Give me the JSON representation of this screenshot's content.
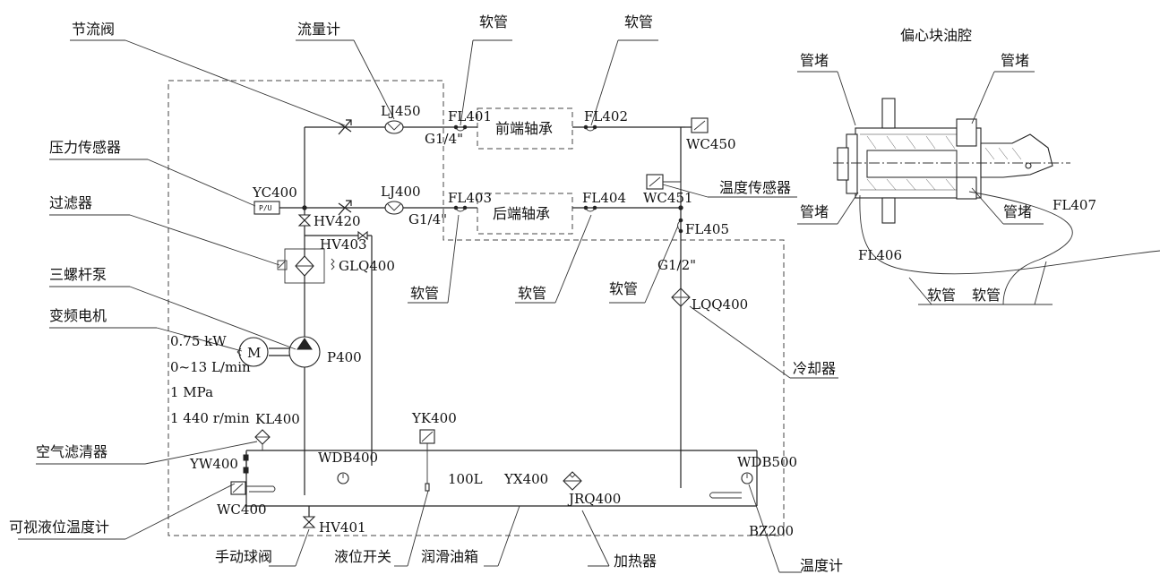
{
  "diagram": {
    "labels_cn": {
      "throttle_valve": "节流阀",
      "flow_meter": "流量计",
      "hose_1": "软管",
      "hose_2": "软管",
      "pressure_sensor": "压力传感器",
      "filter": "过滤器",
      "screw_pump": "三螺杆泵",
      "vf_motor": "变频电机",
      "air_filter": "空气滤清器",
      "sight_gauge": "可视液位温度计",
      "manual_valve": "手动球阀",
      "level_switch": "液位开关",
      "oil_tank": "润滑油箱",
      "heater": "加热器",
      "thermometer": "温度计",
      "cooler": "冷却器",
      "temp_sensor": "温度传感器",
      "hose_3": "软管",
      "hose_4": "软管",
      "hose_5": "软管",
      "front_bearing": "前端轴承",
      "rear_bearing": "后端轴承",
      "eccentric_chamber": "偏心块油腔",
      "plug_1": "管堵",
      "plug_2": "管堵",
      "plug_3": "管堵",
      "plug_4": "管堵",
      "hose_6": "软管",
      "hose_7": "软管"
    },
    "codes": {
      "lj450": "LJ450",
      "fl401": "FL401",
      "g14_1": "G1/4\"",
      "fl402": "FL402",
      "wc450": "WC450",
      "yc400": "YC400",
      "lj400": "LJ400",
      "fl403": "FL403",
      "g14_2": "G1/4\"",
      "fl404": "FL404",
      "wc451": "WC451",
      "hv420": "HV420",
      "hv403": "HV403",
      "glq400": "GLQ400",
      "fl405": "FL405",
      "g12": "G1/2\"",
      "lqq400": "LQQ400",
      "p400": "P400",
      "kl400": "KL400",
      "yk400": "YK400",
      "wdb400": "WDB400",
      "yw400": "YW400",
      "wc400": "WC400",
      "hv401": "HV401",
      "tank_vol": "100L",
      "yx400": "YX400",
      "jrq400": "JRQ400",
      "wdb500": "WDB500",
      "bz200": "BZ200",
      "fl406": "FL406",
      "fl407": "FL407",
      "pu": "P/U",
      "motor_m": "M"
    },
    "motor_specs": {
      "power": "0.75 kW",
      "flow": "0~13 L/min",
      "pressure": "1 MPa",
      "speed": "1 440 r/min"
    }
  }
}
